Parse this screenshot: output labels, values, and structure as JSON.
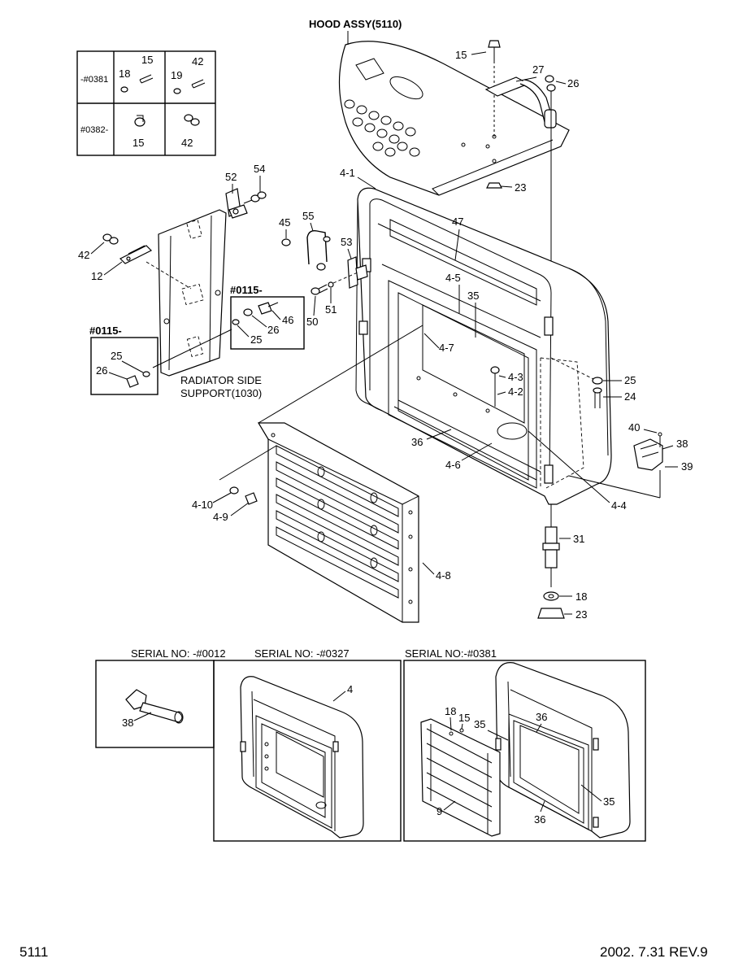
{
  "header": {
    "hood_assy": "HOOD ASSY(5110)"
  },
  "inset_table": {
    "row1_code": "-#0381",
    "row2_code": "#0382-",
    "cells": [
      "18",
      "15",
      "19",
      "42",
      "15",
      "42"
    ]
  },
  "notes": {
    "n0115_a": "#0115-",
    "n0115_b": "#0115-",
    "radiator_1": "RADIATOR SIDE",
    "radiator_2": "SUPPORT(1030)"
  },
  "callouts": {
    "c15a": "15",
    "c27": "27",
    "c26a": "26",
    "c23a": "23",
    "c41": "4-1",
    "c52": "52",
    "c54": "54",
    "c55": "55",
    "c45": "45",
    "c53": "53",
    "c47": "47",
    "c42": "42",
    "c12": "12",
    "c45b": "4-5",
    "c35": "35",
    "c46": "46",
    "c26b": "26",
    "c25a": "25",
    "c50": "50",
    "c51": "51",
    "c47b": "4-7",
    "c43": "4-3",
    "c42b": "4-2",
    "c25b": "25",
    "c24": "24",
    "c25c": "25",
    "c26c": "26",
    "c40": "40",
    "c38": "38",
    "c39": "39",
    "c36": "36",
    "c46b": "4-6",
    "c44": "4-4",
    "c410": "4-10",
    "c49": "4-9",
    "c31": "31",
    "c48": "4-8",
    "c18": "18",
    "c23b": "23"
  },
  "serial": {
    "s1": "SERIAL NO: -#0012",
    "s2": "SERIAL NO: -#0327",
    "s3": "SERIAL NO:-#0381",
    "b1_38": "38",
    "b2_4": "4",
    "b3_18": "18",
    "b3_15": "15",
    "b3_35a": "35",
    "b3_36a": "36",
    "b3_9": "9",
    "b3_36b": "36",
    "b3_35b": "35"
  },
  "footer": {
    "page": "5111",
    "date_rev": "2002. 7.31  REV.9"
  }
}
